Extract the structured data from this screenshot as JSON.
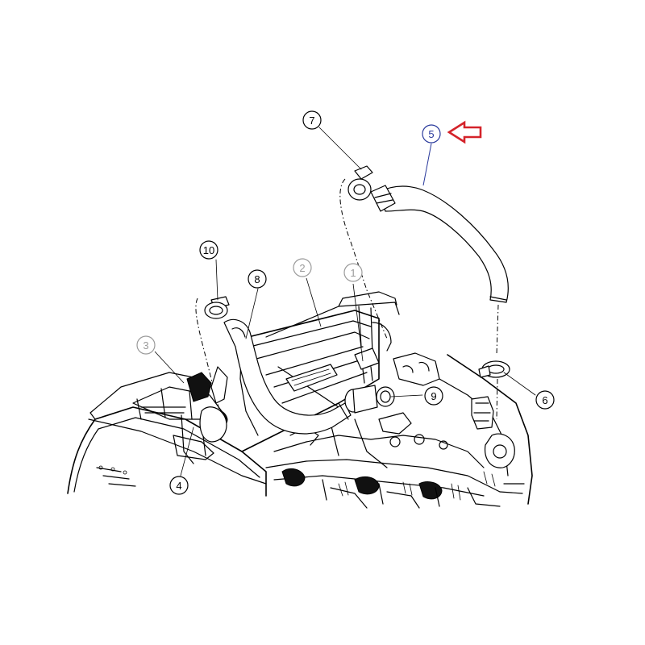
{
  "diagram": {
    "callouts": [
      {
        "id": "1",
        "label": "1",
        "color": "#9a9a9a"
      },
      {
        "id": "2",
        "label": "2",
        "color": "#9a9a9a"
      },
      {
        "id": "3",
        "label": "3",
        "color": "#9a9a9a"
      },
      {
        "id": "4",
        "label": "4",
        "color": "#000000"
      },
      {
        "id": "5",
        "label": "5",
        "color": "#2a3a9c"
      },
      {
        "id": "6",
        "label": "6",
        "color": "#000000"
      },
      {
        "id": "7",
        "label": "7",
        "color": "#000000"
      },
      {
        "id": "8",
        "label": "8",
        "color": "#000000"
      },
      {
        "id": "9",
        "label": "9",
        "color": "#000000"
      },
      {
        "id": "10",
        "label": "10",
        "color": "#000000"
      }
    ],
    "highlight_arrow": {
      "color": "#d4232a",
      "points_to": "5",
      "icon": "left-arrow-icon"
    }
  }
}
